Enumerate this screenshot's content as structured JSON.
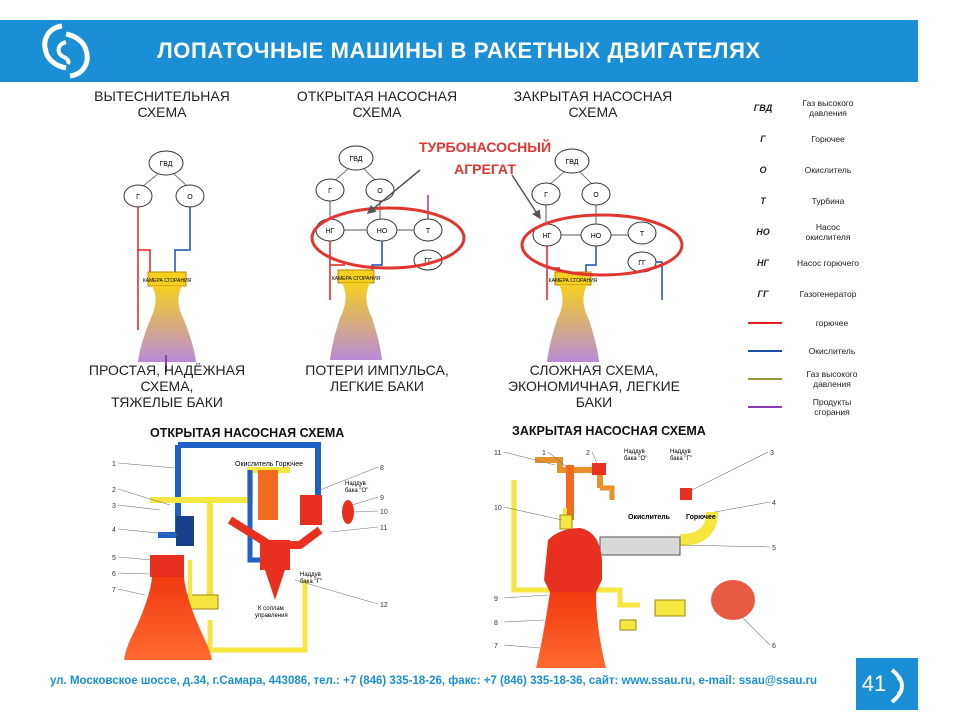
{
  "header": {
    "title": "ЛОПАТОЧНЫЕ МАШИНЫ В РАКЕТНЫХ ДВИГАТЕЛЯХ"
  },
  "schemes": {
    "s1_title": "ВЫТЕСНИТЕЛЬНАЯ\nСХЕМА",
    "s2_title": "ОТКРЫТАЯ НАСОСНАЯ\nСХЕМА",
    "s3_title": "ЗАКРЫТАЯ НАСОСНАЯ\nСХЕМА",
    "s1_desc": "ПРОСТАЯ, НАДЁЖНАЯ\nСХЕМА,\nТЯЖЕЛЫЕ БАКИ",
    "s2_desc": "ПОТЕРИ ИМПУЛЬСА,\nЛЕГКИЕ БАКИ",
    "s3_desc": "СЛОЖНАЯ СХЕМА,\nЭКОНОМИЧНАЯ, ЛЕГКИЕ\nБАКИ",
    "tna_label": "ТУРБОНАСОСНЫЙ\nАГРЕГАТ",
    "node_gvd": "ГВД",
    "node_g": "Г",
    "node_o": "О",
    "node_ng": "НГ",
    "node_no": "НО",
    "node_t": "Т",
    "node_gg": "ГГ",
    "chamber_label": "КАМЕРА\nСГОРАНИЯ"
  },
  "legend": {
    "items": [
      {
        "code": "ГВД",
        "desc": "Газ высокого\nдавления"
      },
      {
        "code": "Г",
        "desc": "Горючее"
      },
      {
        "code": "О",
        "desc": "Окислитель"
      },
      {
        "code": "Т",
        "desc": "Турбина"
      },
      {
        "code": "НО",
        "desc": "Насос\nокислителя"
      },
      {
        "code": "НГ",
        "desc": "Насос горючего"
      },
      {
        "code": "ГГ",
        "desc": "Газогенератор"
      }
    ],
    "lines": [
      {
        "color": "#e02020",
        "desc": "горючее"
      },
      {
        "color": "#1f4fa8",
        "desc": "Окислитель"
      },
      {
        "color": "#9a9a3a",
        "desc": "Газ высокого\nдавления"
      },
      {
        "color": "#8a3fb0",
        "desc": "Продукты\nсгорания"
      }
    ]
  },
  "bottom": {
    "open_title": "ОТКРЫТАЯ НАСОСНАЯ СХЕМА",
    "closed_title": "ЗАКРЫТАЯ НАСОСНАЯ СХЕМА",
    "open_labels": {
      "ox_fuel": "Окислитель Горючее",
      "boost_bak_o": "Наддув\nбака \"О\"",
      "boost_bak_g": "Наддув\nбака \"Г\"",
      "control": "К соплам\nуправления"
    },
    "closed_labels": {
      "boost_o": "Наддув\nбака \"О\"",
      "boost_g": "Наддув\nбака \"Г\"",
      "ox": "Окислитель",
      "fuel": "Горючее"
    },
    "open_left_nums": [
      "1",
      "2",
      "3",
      "4",
      "5",
      "6",
      "7"
    ],
    "open_right_nums": [
      "8",
      "9",
      "10",
      "11",
      "12"
    ],
    "closed_top_nums": [
      "11",
      "1",
      "2",
      "3"
    ],
    "closed_left_nums": [
      "10",
      "9",
      "8",
      "7"
    ],
    "closed_right_nums": [
      "4",
      "5",
      "6"
    ]
  },
  "footer": {
    "text": "ул. Московское шоссе, д.34, г.Самара, 443086, тел.: +7 (846) 335-18-26, факс: +7 (846) 335-18-36, сайт: www.ssau.ru, e-mail: ssau@ssau.ru"
  },
  "page": {
    "number": "41"
  },
  "colors": {
    "accent": "#1a8fd6",
    "fuel": "#e02020",
    "oxidizer": "#1f4fa8",
    "tna_circle": "#e03530"
  }
}
